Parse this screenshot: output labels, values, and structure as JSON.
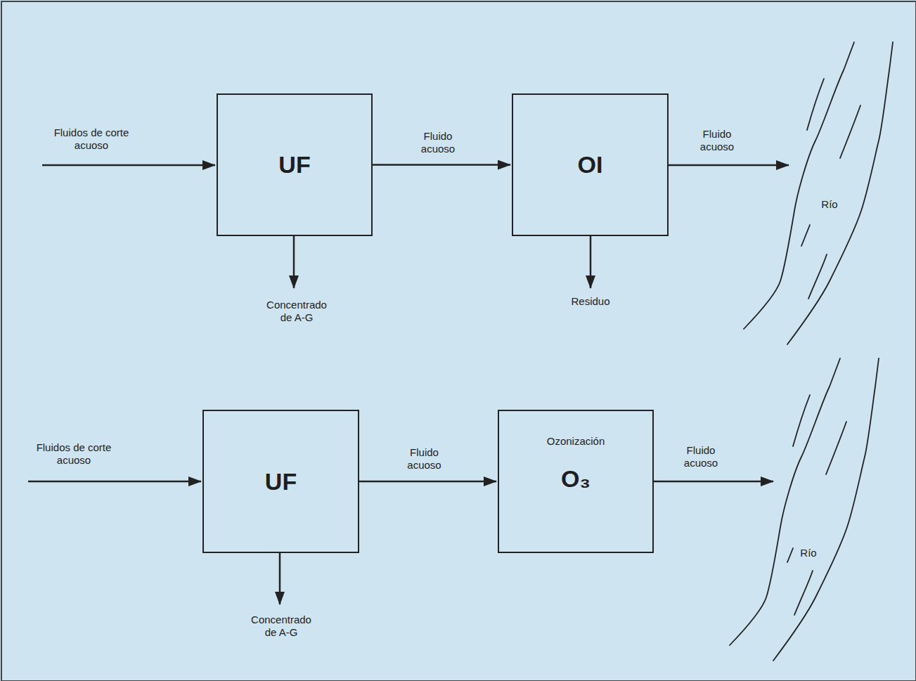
{
  "diagram": {
    "nodes": [
      {
        "text": [
          "UF"
        ]
      },
      {
        "text": [
          "OI"
        ]
      },
      {
        "text": [
          "UF"
        ]
      },
      {
        "text": [
          "Ozonización",
          "O₃"
        ]
      }
    ],
    "edges": [
      {
        "from": 0,
        "to": 1,
        "arrow": "to",
        "label": "Fluido acuoso"
      },
      {
        "from": 2,
        "to": 3,
        "arrow": "to",
        "label": "Fluido acuoso"
      }
    ],
    "labels": [
      "Fluidos de corte acuoso",
      "Concentrado de A-G",
      "Residuo",
      "Fluido acuoso",
      "Río",
      "Fluidos de corte acuoso",
      "Concentrado de A-G",
      "Fluido acuoso",
      "Río"
    ]
  }
}
